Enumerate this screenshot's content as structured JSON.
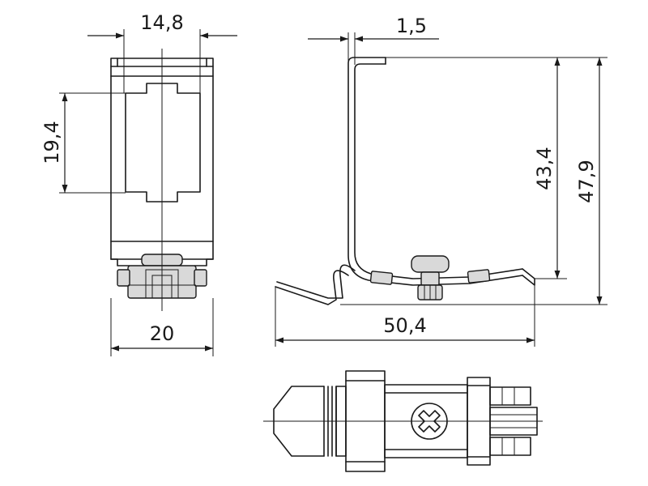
{
  "dimensions": {
    "front_width_top": "14,8",
    "front_height": "19,4",
    "front_width_bottom": "20",
    "thickness": "1,5",
    "inner_height": "43,4",
    "total_height": "47,9",
    "side_width": "50,4"
  },
  "colors": {
    "line": "#1a1a1a",
    "fill": "#d9d9d9",
    "background": "#ffffff"
  }
}
